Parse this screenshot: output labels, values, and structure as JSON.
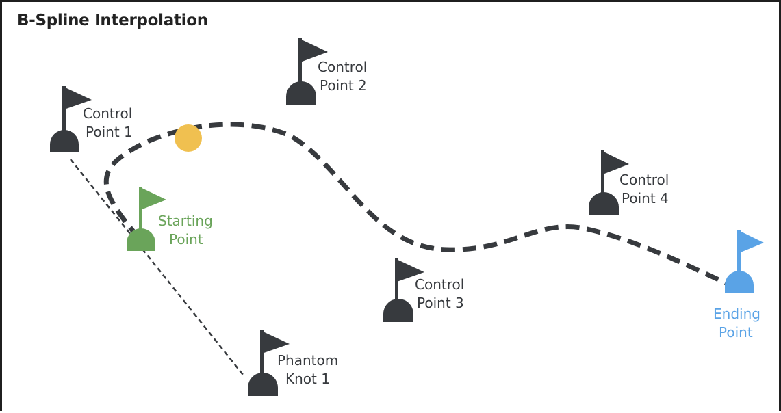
{
  "title": "B-Spline Interpolation",
  "colors": {
    "control": "#373a3e",
    "start": "#6aa45a",
    "end": "#5aa3e6",
    "marker": "#f0c050",
    "curve": "#373a3e"
  },
  "points": {
    "control_point_1": {
      "line1": "Control",
      "line2": "Point 1"
    },
    "control_point_2": {
      "line1": "Control",
      "line2": "Point 2"
    },
    "control_point_3": {
      "line1": "Control",
      "line2": "Point 3"
    },
    "control_point_4": {
      "line1": "Control",
      "line2": "Point 4"
    },
    "starting_point": {
      "line1": "Starting",
      "line2": "Point"
    },
    "ending_point": {
      "line1": "Ending",
      "line2": "Point"
    },
    "phantom_knot_1": {
      "line1": "Phantom",
      "line2": "Knot 1"
    }
  }
}
